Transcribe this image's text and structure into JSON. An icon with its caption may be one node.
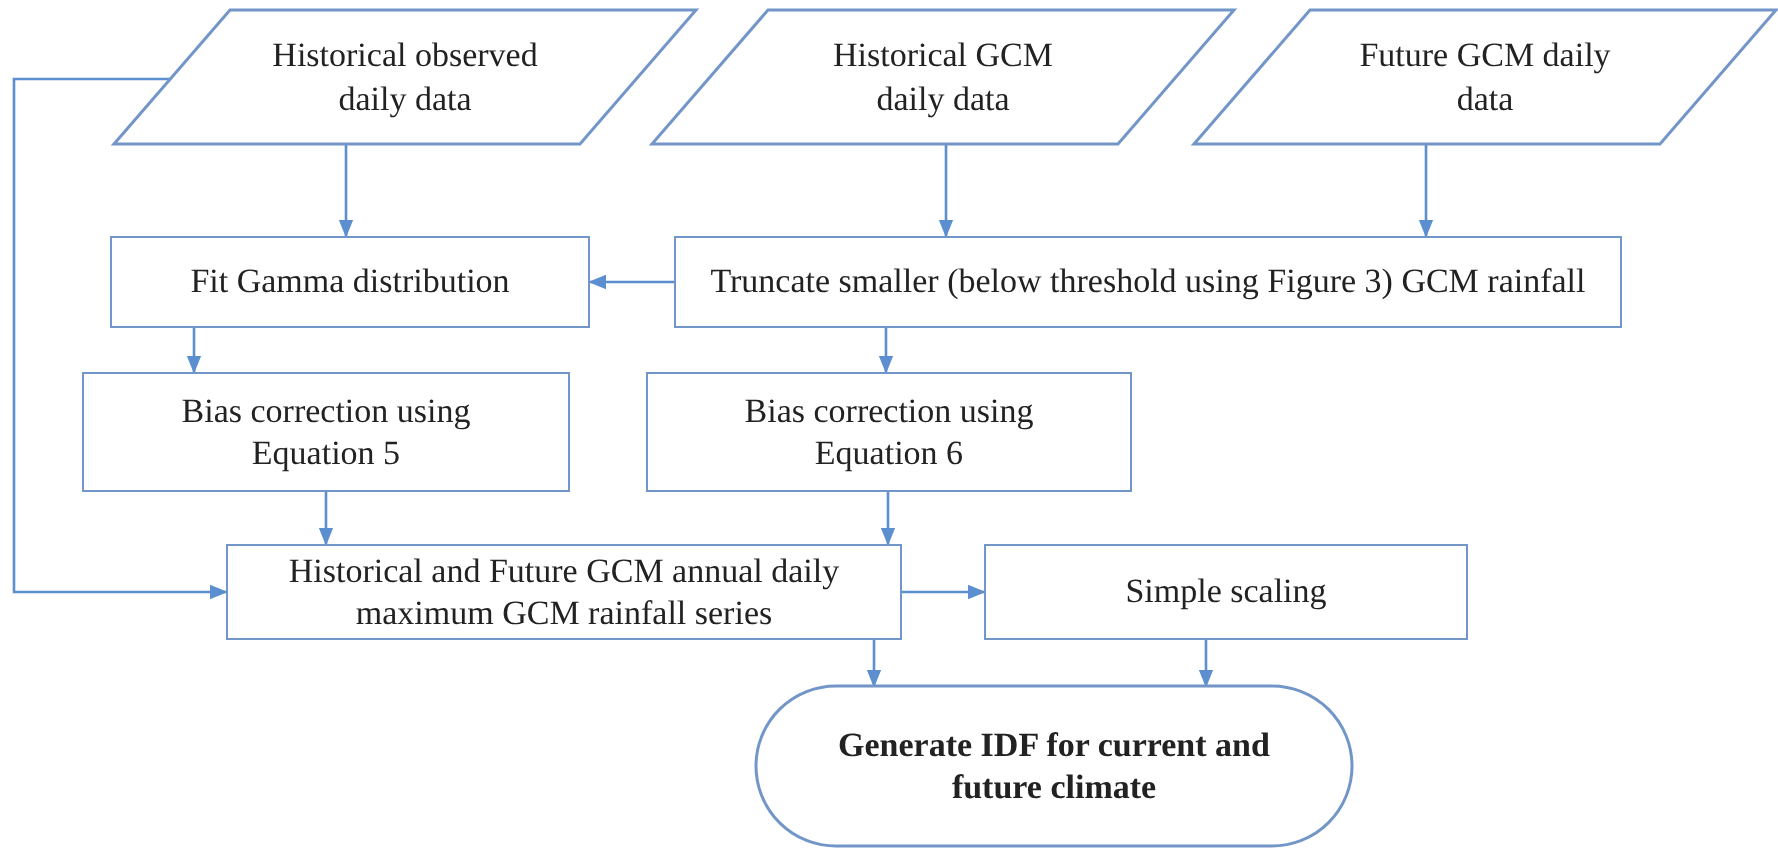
{
  "diagram": {
    "nodes": [
      {
        "text": [
          "Historical observed daily data"
        ]
      },
      {
        "text": [
          "Historical GCM daily data"
        ]
      },
      {
        "text": [
          "Future GCM daily data"
        ]
      },
      {
        "text": [
          "Fit Gamma distribution"
        ]
      },
      {
        "text": [
          "Truncate smaller (below threshold using Figure 3) GCM rainfall"
        ]
      },
      {
        "text": [
          "Bias correction using Equation 5"
        ]
      },
      {
        "text": [
          "Bias correction using Equation 6"
        ]
      },
      {
        "text": [
          "Historical and Future GCM annual daily maximum GCM rainfall series"
        ]
      },
      {
        "text": [
          "Simple scaling"
        ]
      },
      {
        "text": [
          "Generate IDF for current and future climate"
        ]
      }
    ],
    "edges": [
      {
        "from": 0,
        "to": 3,
        "arrow": "to"
      },
      {
        "from": 1,
        "to": 4,
        "arrow": "to"
      },
      {
        "from": 2,
        "to": 4,
        "arrow": "to"
      },
      {
        "from": 4,
        "to": 3,
        "arrow": "to"
      },
      {
        "from": 3,
        "to": 5,
        "arrow": "to"
      },
      {
        "from": 4,
        "to": 6,
        "arrow": "to"
      },
      {
        "from": 5,
        "to": 7,
        "arrow": "to"
      },
      {
        "from": 6,
        "to": 7,
        "arrow": "to"
      },
      {
        "from": 0,
        "to": 7,
        "arrow": "to"
      },
      {
        "from": 7,
        "to": 8,
        "arrow": "to"
      },
      {
        "from": 7,
        "to": 9,
        "arrow": "to"
      },
      {
        "from": 8,
        "to": 9,
        "arrow": "to"
      }
    ]
  }
}
